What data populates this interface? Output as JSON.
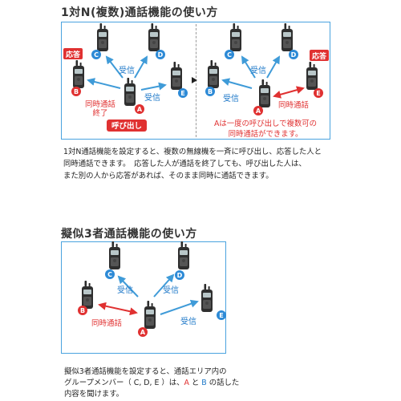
{
  "sections": [
    {
      "title": "1対N(複数)通話機能の使い方",
      "caption_lines": [
        "1対N通話機能を設定すると、複数の無線機を一斉に呼び出し、応答した人と",
        "同時通話できます。　応答した人が通話を終了しても、呼び出した人は、",
        "また別の人から応答があれば、そのまま同時に通話できます。"
      ],
      "note_lines": [
        "Aは一度の呼び出しで複数可の",
        "同時通話ができます。"
      ]
    },
    {
      "title": "擬似3者通話機能の使い方",
      "caption_parts": {
        "line1": "擬似3者通話機能を設定すると、通話エリア内の",
        "line2_pre": "グループメンバー（ C, D, E ）は、",
        "line2_a": "A",
        "line2_mid": " と ",
        "line2_b": "B",
        "line2_post": " の話した",
        "line3": "内容を聞けます。"
      }
    }
  ],
  "labels": {
    "receive": "受信",
    "respond": "応答",
    "simultaneous": "同時通話",
    "simultaneous_end_1": "同時通話",
    "simultaneous_end_2": "終了",
    "call": "呼び出し"
  },
  "radio_letters": {
    "a": "A",
    "b": "B",
    "c": "C",
    "d": "D",
    "e": "E"
  },
  "colors": {
    "frame": "#4aa3df",
    "arrow_blue": "#3f9bd8",
    "arrow_red": "#e03131",
    "badge_blue": "#2d8ad6",
    "badge_red": "#e03131",
    "text_blue": "#1e78c8",
    "text_red": "#e03131"
  }
}
